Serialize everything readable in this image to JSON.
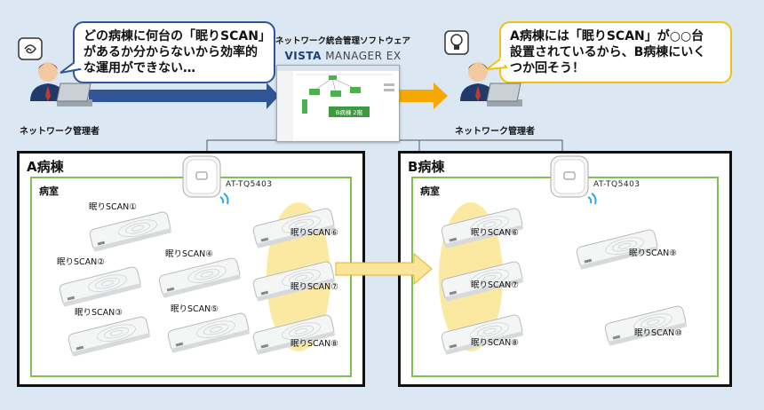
{
  "left_speech": {
    "lines": [
      "どの病棟に何台の「眠りSCAN」",
      "があるか分からないから効率的",
      "な運用ができない…"
    ]
  },
  "right_speech": {
    "lines": [
      "A病棟には「眠りSCAN」が○○台",
      "設置されているから、B病棟にいく",
      "つか回そう！"
    ]
  },
  "left_role": "ネットワーク管理者",
  "right_role": "ネットワーク管理者",
  "software": {
    "title": "ネットワーク統合管理ソフトウェア",
    "logo_bold": "VISTA",
    "logo_rest": " MANAGER EX",
    "screen_label": "B病棟 2階"
  },
  "building_a": {
    "title": "A病棟",
    "room": "病室",
    "ap_model": "AT-TQ5403",
    "devices": [
      "眠りSCAN①",
      "眠りSCAN②",
      "眠りSCAN③",
      "眠りSCAN④",
      "眠りSCAN⑤",
      "眠りSCAN⑥",
      "眠りSCAN⑦",
      "眠りSCAN⑧"
    ]
  },
  "building_b": {
    "title": "B病棟",
    "room": "病室",
    "ap_model": "AT-TQ5403",
    "devices": [
      "眠りSCAN⑥",
      "眠りSCAN⑦",
      "眠りSCAN⑧",
      "眠りSCAN⑨",
      "眠りSCAN⑩"
    ]
  },
  "colors": {
    "left_arrow": "#2f5597",
    "right_arrow": "#f5a800",
    "room_border": "#7fbf4f",
    "highlight": "#fbe590",
    "background": "#dbe8f3"
  }
}
